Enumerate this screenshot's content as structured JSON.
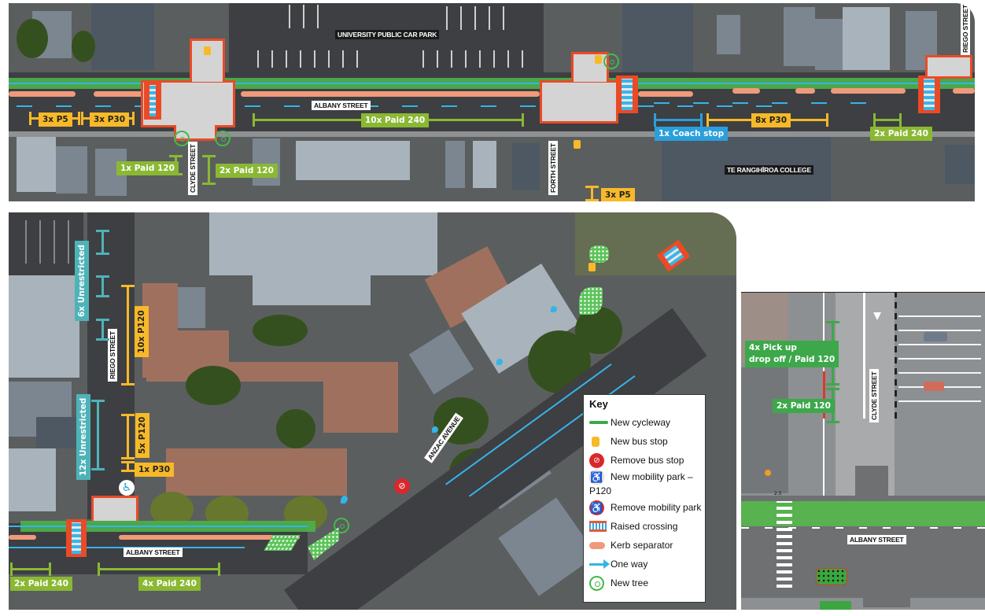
{
  "panel_top": {
    "street_labels": {
      "car_park": "UNIVERSITY PUBLIC CAR PARK",
      "albany": "ALBANY STREET",
      "clyde": "CLYDE STREET",
      "forth": "FORTH STREET",
      "riego": "RIEGO STREET",
      "college": "TE RANGIHĪROA COLLEGE"
    },
    "parking": [
      {
        "label": "3x P5",
        "type": "yellow"
      },
      {
        "label": "3x P30",
        "type": "yellow"
      },
      {
        "label": "10x Paid 240",
        "type": "green"
      },
      {
        "label": "1x Paid 120",
        "type": "green"
      },
      {
        "label": "2x Paid 120",
        "type": "green"
      },
      {
        "label": "1x Coach stop",
        "type": "blue"
      },
      {
        "label": "8x P30",
        "type": "yellow"
      },
      {
        "label": "2x Paid 240",
        "type": "green"
      },
      {
        "label": "3x P5",
        "type": "yellow"
      }
    ]
  },
  "panel_bottom_left": {
    "street_labels": {
      "riego": "RIEGO STREET",
      "albany": "ALBANY STREET",
      "anzac": "ANZAC AVENUE"
    },
    "parking": [
      {
        "label": "6x Unrestricted",
        "type": "teal"
      },
      {
        "label": "10x P120",
        "type": "yellow"
      },
      {
        "label": "12x Unrestricted",
        "type": "teal"
      },
      {
        "label": "5x P120",
        "type": "yellow"
      },
      {
        "label": "1x P30",
        "type": "yellow"
      },
      {
        "label": "2x Paid 240",
        "type": "green"
      },
      {
        "label": "4x Paid 240",
        "type": "green"
      }
    ]
  },
  "panel_inset": {
    "street_labels": {
      "clyde": "CLYDE STREET",
      "albany": "ALBANY STREET"
    },
    "parking": [
      {
        "label": "4x Pick up drop off / Paid 120",
        "line1": "4x Pick up",
        "line2": "drop off / Paid 120",
        "type": "dgreen"
      },
      {
        "label": "2x Paid 120",
        "type": "dgreen"
      }
    ],
    "dimension": "2.5"
  },
  "key": {
    "title": "Key",
    "items": [
      {
        "icon": "cycleway-line-icon",
        "label": "New cycleway"
      },
      {
        "icon": "bus-stop-icon",
        "label": "New bus stop"
      },
      {
        "icon": "remove-bus-stop-icon",
        "label": "Remove bus stop"
      },
      {
        "icon": "mobility-park-icon",
        "label": "New mobility park –",
        "label_cont": "P120"
      },
      {
        "icon": "remove-mobility-park-icon",
        "label": "Remove mobility park"
      },
      {
        "icon": "raised-crossing-icon",
        "label": "Raised crossing"
      },
      {
        "icon": "kerb-separator-icon",
        "label": "Kerb separator"
      },
      {
        "icon": "one-way-arrow-icon",
        "label": "One way"
      },
      {
        "icon": "new-tree-icon",
        "label": "New tree"
      }
    ]
  },
  "colors": {
    "cycleway": "#4cb04a",
    "kerb_separator": "#f09a7b",
    "crossing_red": "#ea4a26",
    "one_way_blue": "#35b4e8",
    "short_stay_yellow": "#f7b928",
    "paid_green": "#8ab833",
    "coach_blue": "#2a9fdb",
    "unrestricted_teal": "#4eb3b9",
    "remove_red": "#d8282b"
  }
}
